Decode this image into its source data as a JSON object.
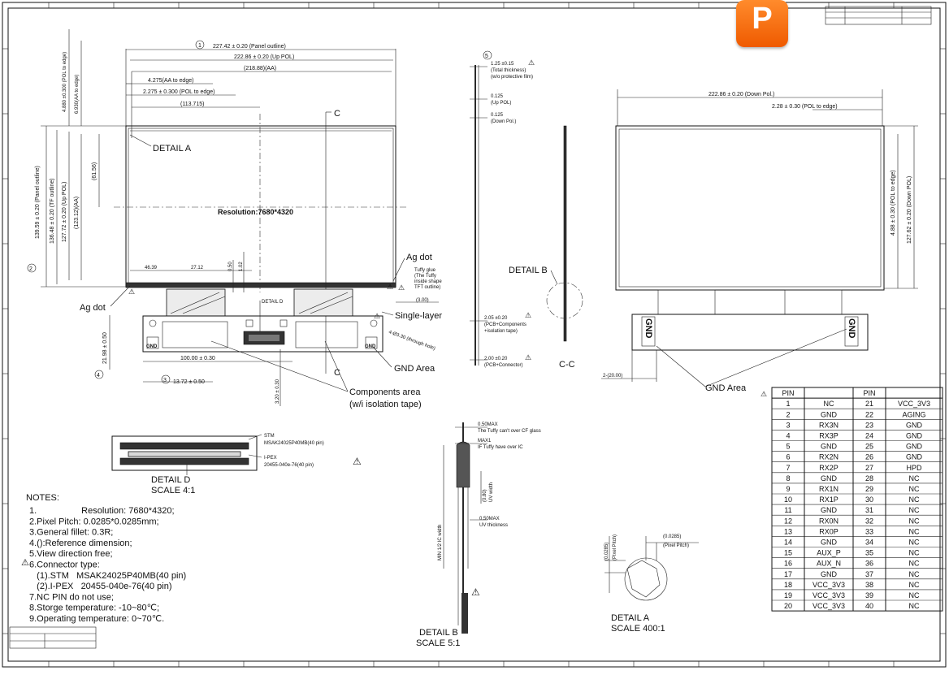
{
  "logo": {
    "glyph": "P"
  },
  "front_view": {
    "dims": {
      "panel_outline": "227.42 ± 0.20  (Panel outline)",
      "up_pol": "222.86 ± 0.20  (Up POL)",
      "aa": "(218.88)(AA)",
      "aa_to_edge": "4.275(AA to edge)",
      "pol_to_edge": "2.275 ± 0.300  (POL to edge)",
      "half": "(113.715)",
      "height_pol_edge": "4.880 ±0.300 (POL to edge)",
      "height_aa_edge": "6.930(AA to edge)",
      "panel_outline_h": "139.59 ± 0.20  (Panel outline)",
      "tft_outline_h": "136.48 ± 0.20  (TF outline)",
      "up_pol_h": "127.72 ± 0.20 (Up POL)",
      "aa_h": "(123.12)(AA)",
      "half_h": "(61.56)",
      "d1": "46.39",
      "d2": "27.12",
      "d3": "0.50",
      "d4": "1.02",
      "bottom_h": "21.98 ± 0.50",
      "connector_w": "100.00 ± 0.30",
      "conn_offset": "13.72 ± 0.50",
      "vert_small": "3.20 ± 0.30",
      "gap": "(3.00)",
      "through_hole": "4-Ø3.30 (through hole)",
      "c_label": "C"
    },
    "resolution": "Resolution:7680*4320",
    "detail_a": "DETAIL  A",
    "detail_d": "DETAIL  D",
    "ag_dot_right": "Ag dot",
    "ag_dot_left": "Ag dot",
    "tuffy_note": [
      "Tuffy glue",
      "(The Tuffy",
      "inside shape",
      "TFT outline)"
    ],
    "single_layer": "Single-layer",
    "gnd_area": "GND Area",
    "gnd_label": "GND",
    "components_area": [
      "Components area",
      "(w/i isolation tape)"
    ]
  },
  "section_view": {
    "total_thickness": [
      "1.25 ±0.15",
      "(Total thickness)",
      "(w/o protective film)"
    ],
    "up_pol": [
      "0.125",
      "(Up POL)"
    ],
    "down_pol": [
      "0.125",
      "(Down Pol.)"
    ],
    "pcb_comp": [
      "2.05 ±0.20",
      "(PCB+Components",
      "+isolation tape)"
    ],
    "pcb_conn": [
      "2.00 ±0.20",
      "(PCB+Connector)"
    ],
    "detail_b": "DETAIL  B",
    "cc": "C-C"
  },
  "back_view": {
    "down_pol": "222.86 ± 0.20  (Down Pol.)",
    "pol_edge": "2.28 ± 0.30  (POL to edge)",
    "down_pol_h": "127.62 ± 0.20  (Down POL)",
    "pol_edge_h": "4.88 ± 0.30  (POL to edge)",
    "gap": "2-(20.00)",
    "gnd_area": "GND Area",
    "gnd_label": "GND"
  },
  "detail_d_view": {
    "stm": [
      "STM",
      "MSAK24025P40MB(40 pin)"
    ],
    "ipex": [
      "I-PEX",
      "20455-040e-76(40 pin)"
    ],
    "title": "DETAIL    D",
    "scale": "SCALE  4:1"
  },
  "detail_b_view": {
    "n1": [
      "0.50MAX",
      "The Tuffy can't over CF glass"
    ],
    "n2": [
      "MAX1",
      "IF Tuffy have over IC"
    ],
    "n3": [
      "(0.80)",
      "UV width"
    ],
    "n4": [
      "0.50MAX",
      "UV thickness"
    ],
    "n5": "MIN 1/2 IC width",
    "title": "DETAIL    B",
    "scale": "SCALE   5:1"
  },
  "detail_a_view": {
    "pitch_h": "(0.0285)",
    "pitch_h_label": "(Pixel Pitch)",
    "pitch_v": "(0.0285)",
    "pitch_v_label": "(Pixel Pitch)",
    "title": "DETAIL      A",
    "scale": "SCALE  400:1"
  },
  "notes": {
    "title": "NOTES:",
    "lines": [
      "1.                  Resolution: 7680*4320;",
      "2.Pixel Pitch: 0.0285*0.0285mm;",
      "3.General fillet: 0.3R;",
      "4.():Reference dimension;",
      "5.View direction free;",
      "6.Connector type:",
      "   (1).STM   MSAK24025P40MB(40 pin)",
      "   (2).I-PEX   20455-040e-76(40 pin)",
      "7.NC PIN do not use;",
      "8.Storge temperature: -10~80℃;",
      "9.Operating temperature: 0~70℃."
    ]
  },
  "pin_table": {
    "header": [
      "PIN",
      "",
      "PIN",
      ""
    ],
    "rows": [
      [
        "1",
        "NC",
        "21",
        "VCC_3V3"
      ],
      [
        "2",
        "GND",
        "22",
        "AGING"
      ],
      [
        "3",
        "RX3N",
        "23",
        "GND"
      ],
      [
        "4",
        "RX3P",
        "24",
        "GND"
      ],
      [
        "5",
        "GND",
        "25",
        "GND"
      ],
      [
        "6",
        "RX2N",
        "26",
        "GND"
      ],
      [
        "7",
        "RX2P",
        "27",
        "HPD"
      ],
      [
        "8",
        "GND",
        "28",
        "NC"
      ],
      [
        "9",
        "RX1N",
        "29",
        "NC"
      ],
      [
        "10",
        "RX1P",
        "30",
        "NC"
      ],
      [
        "11",
        "GND",
        "31",
        "NC"
      ],
      [
        "12",
        "RX0N",
        "32",
        "NC"
      ],
      [
        "13",
        "RX0P",
        "33",
        "NC"
      ],
      [
        "14",
        "GND",
        "34",
        "NC"
      ],
      [
        "15",
        "AUX_P",
        "35",
        "NC"
      ],
      [
        "16",
        "AUX_N",
        "36",
        "NC"
      ],
      [
        "17",
        "GND",
        "37",
        "NC"
      ],
      [
        "18",
        "VCC_3V3",
        "38",
        "NC"
      ],
      [
        "19",
        "VCC_3V3",
        "39",
        "NC"
      ],
      [
        "20",
        "VCC_3V3",
        "40",
        "NC"
      ]
    ]
  },
  "markers": {
    "one": "1",
    "two": "2",
    "three": "3",
    "four": "4",
    "five": "5",
    "warn": "⚠"
  }
}
